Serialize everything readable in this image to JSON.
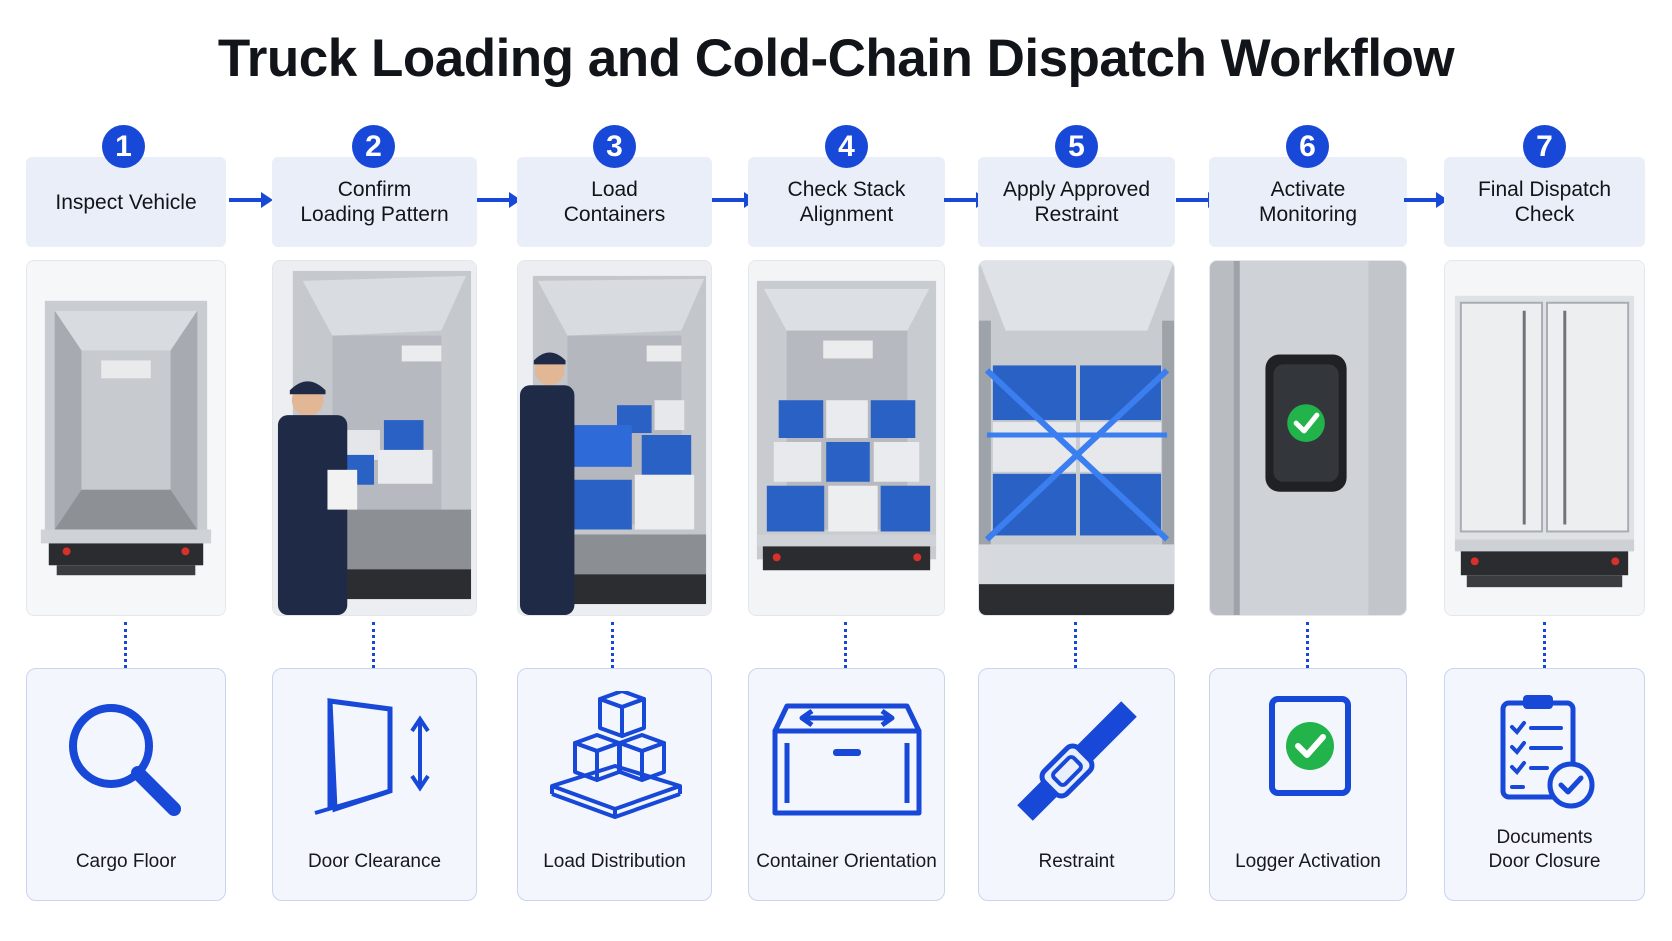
{
  "title": "Truck Loading and Cold-Chain Dispatch Workflow",
  "colors": {
    "accent": "#1748d8",
    "box_bg": "#e9eef9",
    "card_bg": "#f3f6fd",
    "check_green": "#22b34a"
  },
  "steps": [
    {
      "number": "1",
      "label": "Inspect Vehicle",
      "icon": "magnifier-icon",
      "icon_label": "Cargo Floor"
    },
    {
      "number": "2",
      "label": "Confirm\nLoading Pattern",
      "icon": "door-clearance-icon",
      "icon_label": "Door Clearance"
    },
    {
      "number": "3",
      "label": "Load\nContainers",
      "icon": "stacked-boxes-icon",
      "icon_label": "Load Distribution"
    },
    {
      "number": "4",
      "label": "Check Stack\nAlignment",
      "icon": "container-icon",
      "icon_label": "Container Orientation"
    },
    {
      "number": "5",
      "label": "Apply Approved\nRestraint",
      "icon": "strap-icon",
      "icon_label": "Restraint"
    },
    {
      "number": "6",
      "label": "Activate\nMonitoring",
      "icon": "logger-check-icon",
      "icon_label": "Logger Activation"
    },
    {
      "number": "7",
      "label": "Final Dispatch\nCheck",
      "icon": "clipboard-check-icon",
      "icon_label": "Documents\nDoor Closure"
    }
  ]
}
